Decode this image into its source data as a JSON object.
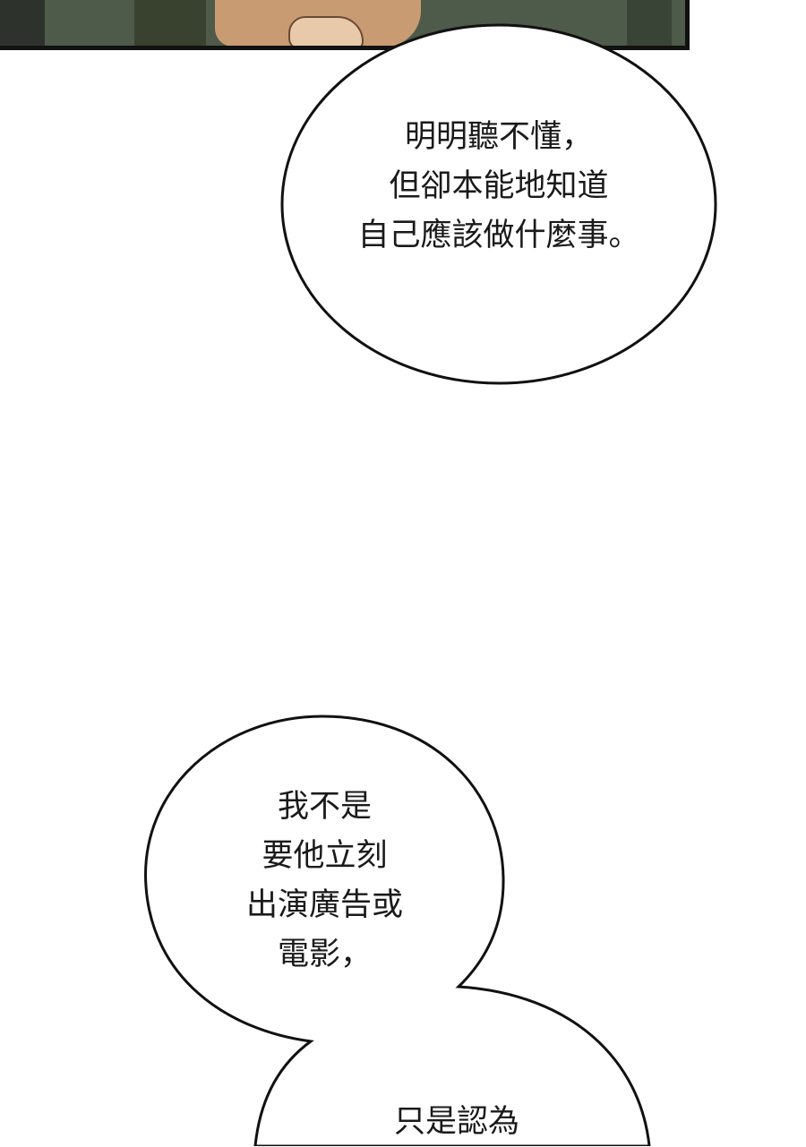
{
  "bubble_1": {
    "lines": [
      "明明聽不懂，",
      "但卻本能地知道",
      "自己應該做什麼事。"
    ]
  },
  "bubble_2": {
    "lines": [
      "我不是",
      "要他立刻",
      "出演廣告或",
      "電影，"
    ]
  },
  "bubble_3": {
    "lines": [
      "只是認為"
    ]
  }
}
